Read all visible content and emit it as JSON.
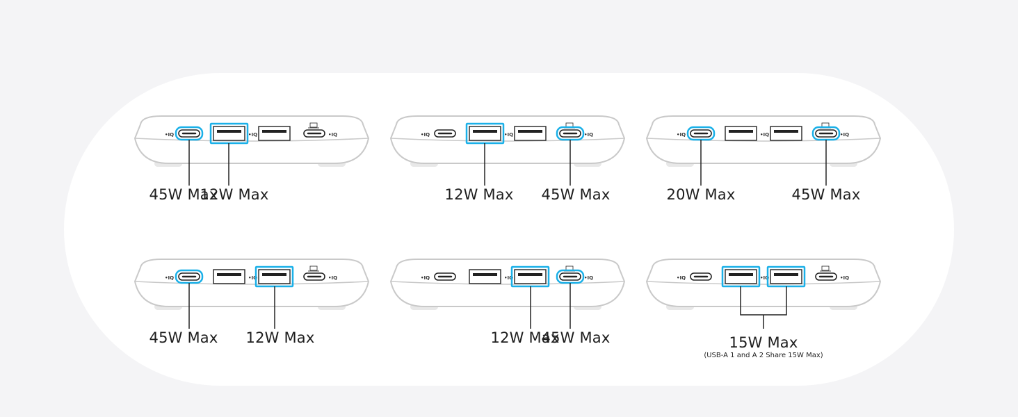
{
  "colors": {
    "highlight": "#1ab0e8",
    "outline": "#c9c9c9",
    "port": "#222222"
  },
  "port_marks": [
    "IQ",
    "IQ",
    "IQ"
  ],
  "configs": [
    {
      "ports": [
        "c1",
        "a1"
      ],
      "labels": [
        "45W Max",
        "12W Max"
      ]
    },
    {
      "ports": [
        "a1",
        "c2"
      ],
      "labels": [
        "12W Max",
        "45W Max"
      ]
    },
    {
      "ports": [
        "c1",
        "c2"
      ],
      "labels": [
        "20W Max",
        "45W Max"
      ]
    },
    {
      "ports": [
        "c1",
        "a2"
      ],
      "labels": [
        "45W Max",
        "12W Max"
      ]
    },
    {
      "ports": [
        "a2",
        "c2"
      ],
      "labels": [
        "12W Max",
        "45W Max"
      ]
    },
    {
      "ports": [
        "a1",
        "a2"
      ],
      "labels": [
        "15W Max"
      ],
      "note": "(USB-A 1 and A 2 Share 15W Max)"
    }
  ]
}
